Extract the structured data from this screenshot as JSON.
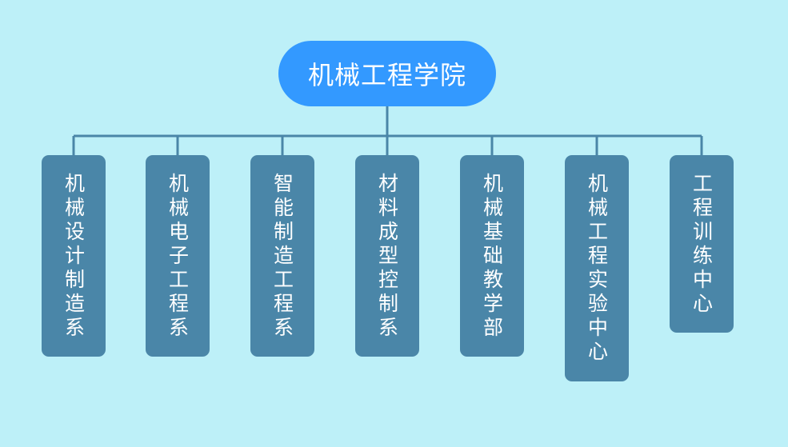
{
  "root": {
    "label": "机械工程学院"
  },
  "children": [
    {
      "label": "机械设计制造系"
    },
    {
      "label": "机械电子工程系"
    },
    {
      "label": "智能制造工程系"
    },
    {
      "label": "材料成型控制系"
    },
    {
      "label": "机械基础教学部"
    },
    {
      "label": "机械工程实验中心"
    },
    {
      "label": "工程训练中心"
    }
  ],
  "colors": {
    "background": "#bdf0f8",
    "root_fill": "#3399ff",
    "child_fill": "#4a86a8",
    "connector": "#4a86a8",
    "text": "#ffffff"
  }
}
